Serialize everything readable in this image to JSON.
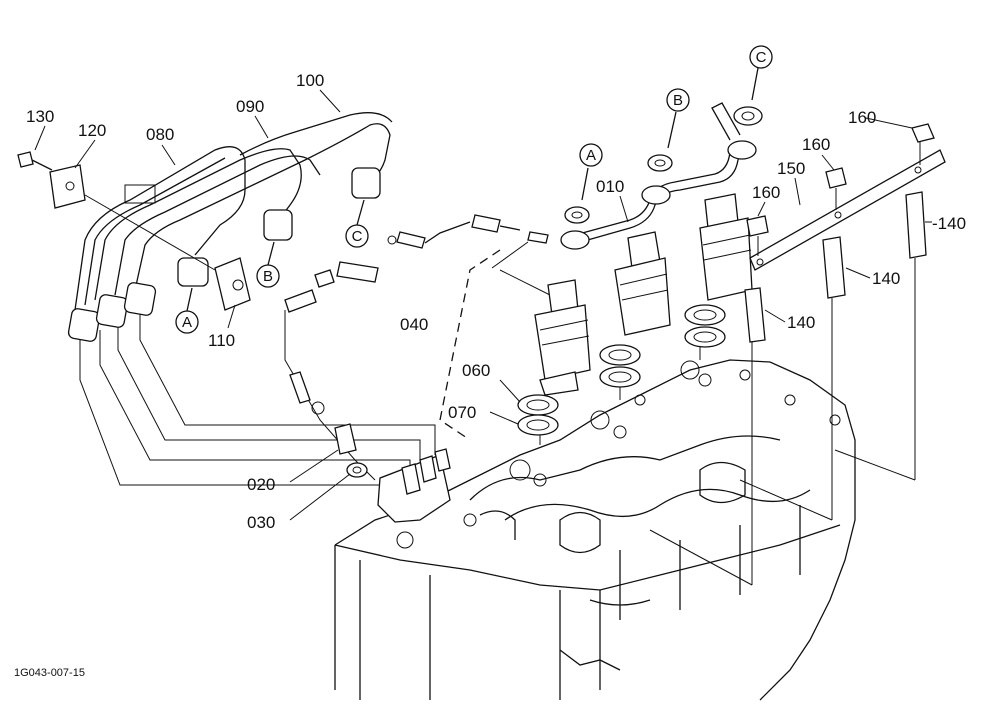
{
  "labels": {
    "p130": "130",
    "p120": "120",
    "p080": "080",
    "p090": "090",
    "p100": "100",
    "p110": "110",
    "p010": "010",
    "p040": "040",
    "p060": "060",
    "p070": "070",
    "p020": "020",
    "p030": "030",
    "p150": "150",
    "p160a": "160",
    "p160b": "160",
    "p160c": "160",
    "p140a": "140",
    "p140b": "140",
    "p140c": "-140"
  },
  "markers": {
    "A1": "A",
    "B1": "B",
    "C1": "C",
    "A2": "A",
    "B2": "B",
    "C2": "C"
  },
  "drawing_code": "1G043-007-15"
}
